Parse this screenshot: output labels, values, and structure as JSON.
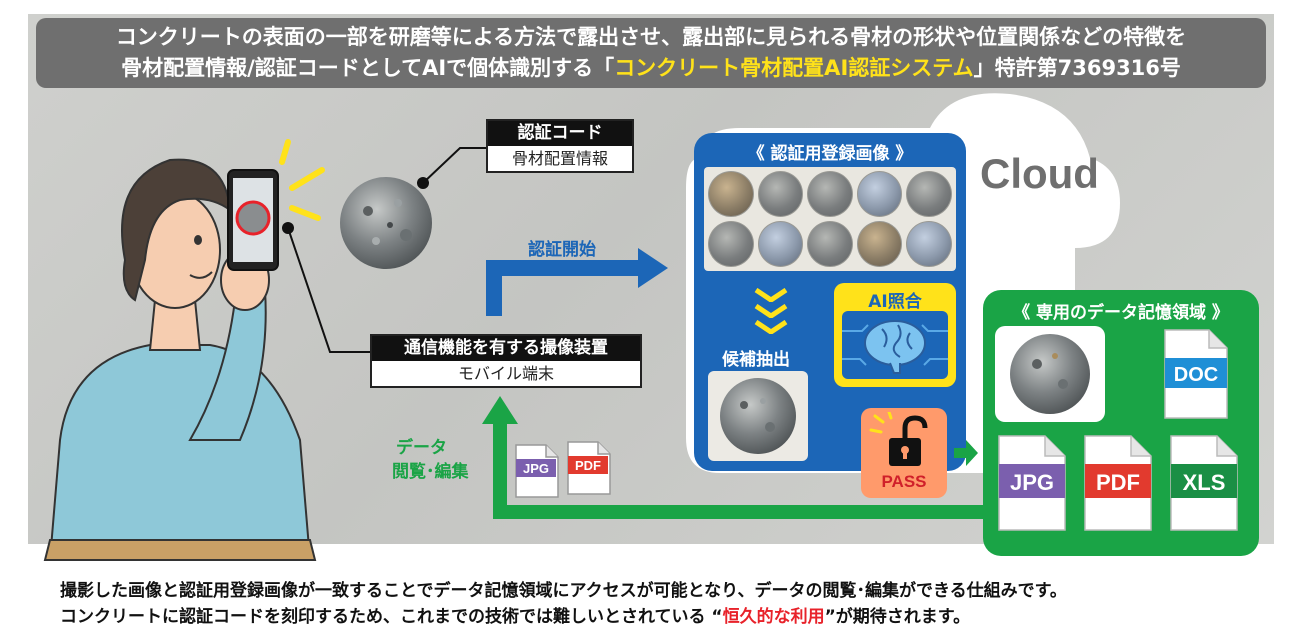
{
  "headline": {
    "line1": "コンクリートの表面の一部を研磨等による方法で露出させ、露出部に見られる骨材の形状や位置関係などの特徴を",
    "line2_pre": "骨材配置情報/認証コードとしてAIで個体識別する「",
    "line2_highlight": "コンクリート骨材配置AI認証システム",
    "line2_post": "」特許第7369316号"
  },
  "auth_code_box": {
    "title": "認証コード",
    "subtitle": "骨材配置情報"
  },
  "device_box": {
    "title": "通信機能を有する撮像装置",
    "subtitle": "モバイル端末"
  },
  "auth_start": "認証開始",
  "cloud_label": "Cloud",
  "registered": {
    "title": "《 認証用登録画像 》",
    "thumb_count": 10
  },
  "candidate_label": "候補抽出",
  "ai_label": "AI照合",
  "pass_label": "PASS",
  "storage": {
    "title": "《 専用のデータ記憶領域 》",
    "files": [
      "DOC",
      "JPG",
      "PDF",
      "XLS"
    ]
  },
  "data_view": {
    "line1": "データ",
    "line2": "閲覧･編集"
  },
  "small_files": [
    "JPG",
    "PDF"
  ],
  "caption": {
    "line1": "撮影した画像と認証用登録画像が一致することでデータ記憶領域にアクセスが可能となり、データの閲覧･編集ができる仕組みです。",
    "line2_pre": "コンクリートに認証コードを刻印するため、これまでの技術では難しいとされている “",
    "line2_red": "恒久的な利用",
    "line2_post": "”が期待されます。"
  },
  "colors": {
    "blue": "#1c66b7",
    "green": "#1aa446",
    "yellow": "#ffe21a",
    "pass_orange": "#ff9a6b",
    "doc_blue": "#1f8fd6",
    "jpg_purple": "#7b5fae",
    "pdf_red": "#e23a2e",
    "xls_green": "#1a8f45"
  }
}
